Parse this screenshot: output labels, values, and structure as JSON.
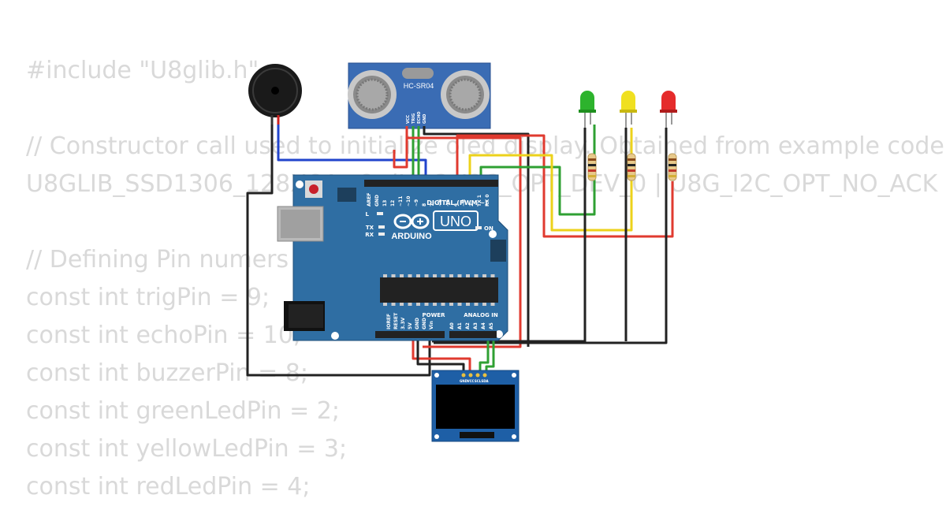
{
  "code_lines": [
    "#include \"U8glib.h\"",
    "",
    "// Constructor call used to initialize oled display. Obtained from example code",
    "U8GLIB_SSD1306_128X64 u8g(U8G_I2C_OPT_DEV_0 | U8G_I2C_OPT_NO_ACK",
    "",
    "// Defining Pin numers",
    "const int trigPin = 9;",
    "const int echoPin = 10;",
    "const int buzzerPin = 8;",
    "const int greenLedPin = 2;",
    "const int yellowLedPin = 3;",
    "const int redLedPin = 4;"
  ],
  "sensor": {
    "model": "HC-SR04",
    "pins": [
      "VCC",
      "TRIG",
      "ECHO",
      "GND"
    ]
  },
  "arduino": {
    "logo_text": "ARDUINO",
    "model_text": "UNO",
    "digital_header": "DIGITAL (PWM ~)",
    "power_header": "POWER",
    "analog_header": "ANALOG IN",
    "led_labels": {
      "l": "L",
      "tx": "TX",
      "rx": "RX",
      "on": "ON"
    },
    "top_pins": [
      "AREF",
      "GND",
      "13",
      "12",
      "~11",
      "~10",
      "~9",
      "8",
      "7",
      "~6",
      "~5",
      "4",
      "~3",
      "2",
      "TX 1",
      "RX 0"
    ],
    "power_pins": [
      "IOREF",
      "RESET",
      "3.3V",
      "5V",
      "GND",
      "GND",
      "Vin"
    ],
    "analog_pins": [
      "A0",
      "A1",
      "A2",
      "A3",
      "A4",
      "A5"
    ]
  },
  "oled": {
    "pins": [
      "GND",
      "VCC",
      "SCL",
      "SDA"
    ]
  },
  "colors": {
    "board": "#2f6ea3",
    "wire_red": "#e03a2f",
    "wire_black": "#222222",
    "wire_green": "#2fa033",
    "wire_yellow": "#ecd21b",
    "wire_blue": "#2244cc",
    "led_green": "#2db32d",
    "led_yellow": "#f0e020",
    "led_red": "#e52b2b",
    "code_text": "#d9d9d9"
  }
}
